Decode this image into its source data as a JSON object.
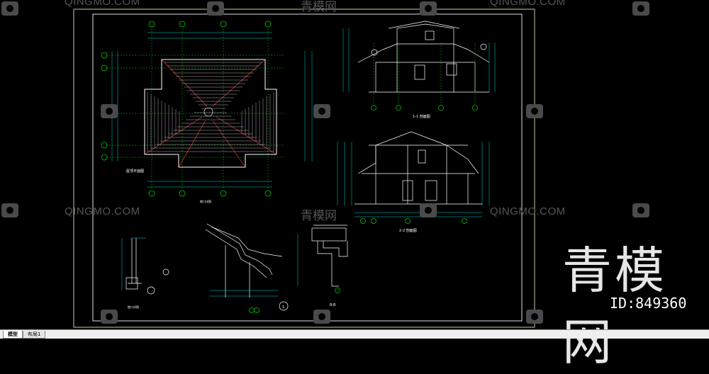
{
  "drawing": {
    "plan_caption": "屋顶平面图",
    "section_1_caption": "1-1 剖面图",
    "section_2_caption": "2-2 剖面图",
    "detail_b_caption": "B-B",
    "detail_note": "檐口详图",
    "detail_1_label": "1"
  },
  "watermark": {
    "text": "QINGMO.COM",
    "cn_text": "青模网"
  },
  "brand": {
    "name": "青模网",
    "id_label": "ID:849360"
  },
  "tabs": [
    {
      "label": "模型"
    },
    {
      "label": "布局1"
    }
  ],
  "colors": {
    "background": "#000000",
    "frame": "#c8c8a0",
    "lines": "#ffffff",
    "grid": "#00c800",
    "dims": "#00d0d0"
  }
}
